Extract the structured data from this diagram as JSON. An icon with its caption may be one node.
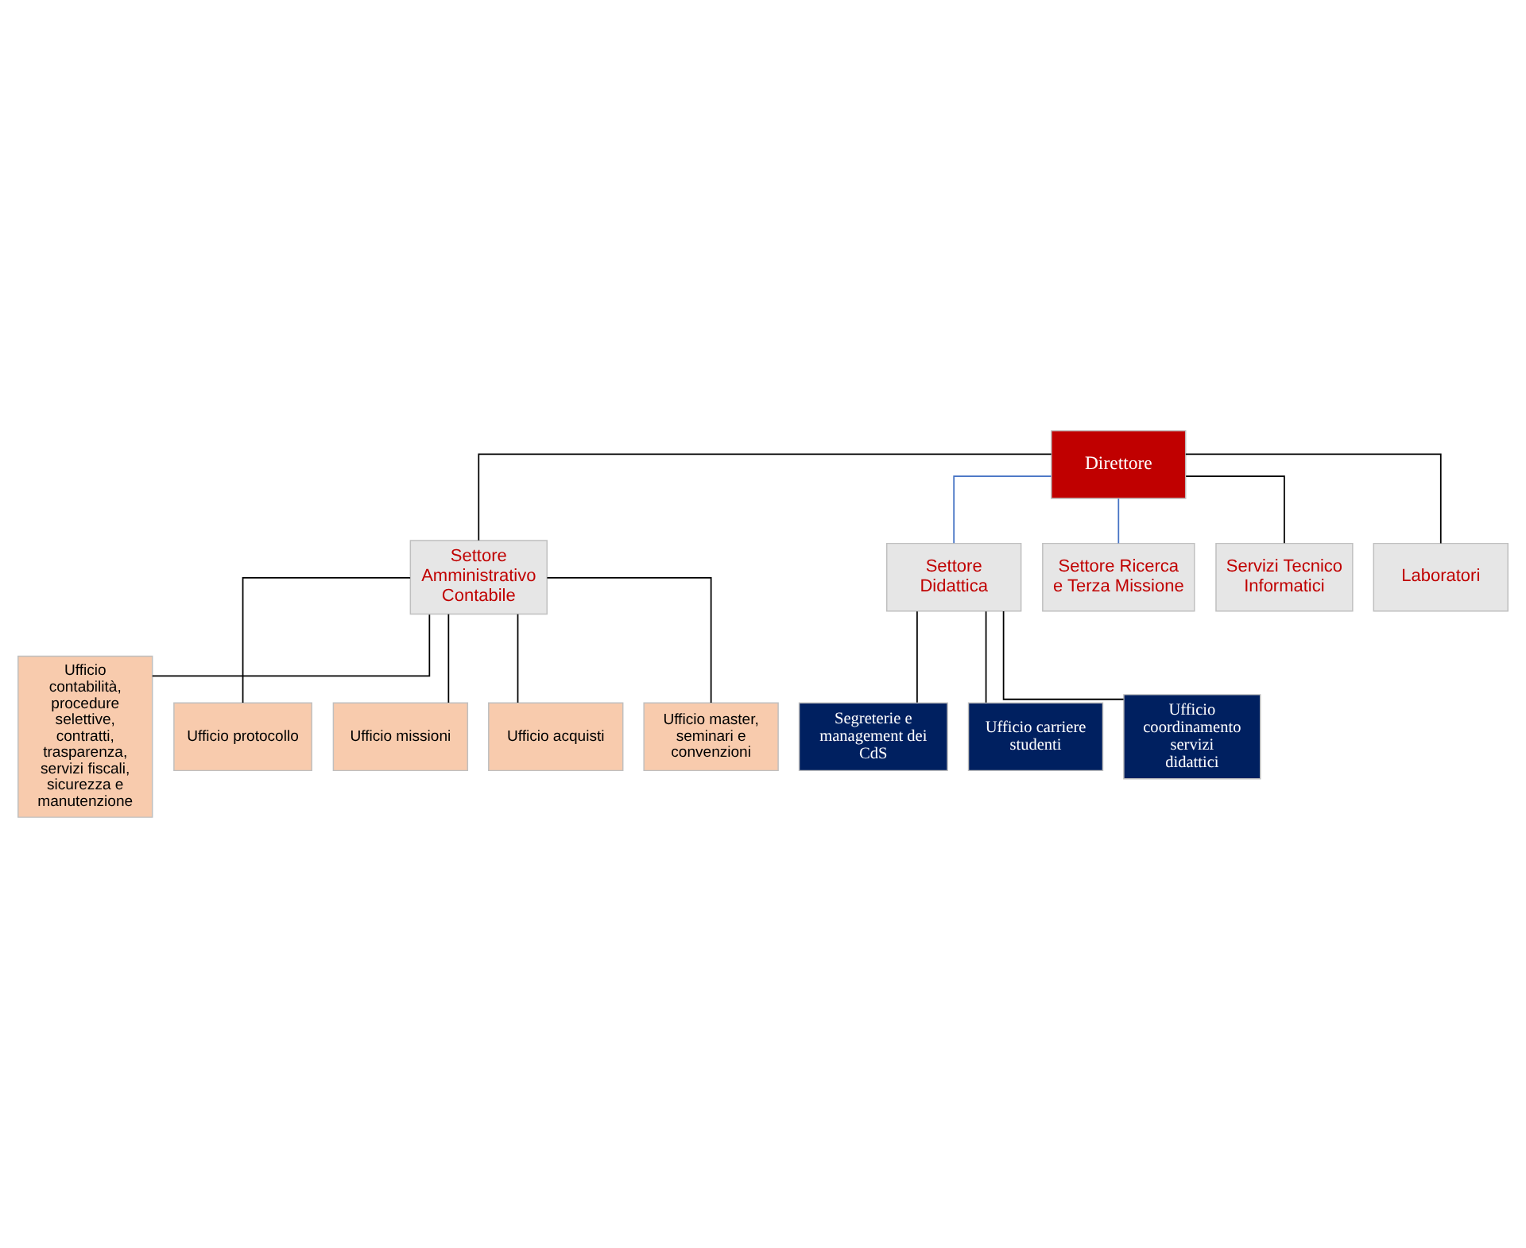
{
  "diagram": {
    "nodes": [
      {
        "text": [
          "Direttore"
        ]
      },
      {
        "text": [
          "Settore Amministrativo Contabile"
        ]
      },
      {
        "text": [
          "Settore Didattica"
        ]
      },
      {
        "text": [
          "Settore Ricerca e Terza Missione"
        ]
      },
      {
        "text": [
          "Servizi Tecnico Informatici"
        ]
      },
      {
        "text": [
          "Laboratori"
        ]
      },
      {
        "text": [
          "Ufficio contabilità, procedure selettive, contratti, trasparenza, servizi fiscali, sicurezza e manutenzione"
        ]
      },
      {
        "text": [
          "Ufficio protocollo"
        ]
      },
      {
        "text": [
          "Ufficio missioni"
        ]
      },
      {
        "text": [
          "Ufficio acquisti"
        ]
      },
      {
        "text": [
          "Ufficio master, seminari e convenzioni"
        ]
      },
      {
        "text": [
          "Segreterie e management dei CdS"
        ]
      },
      {
        "text": [
          "Ufficio carriere studenti"
        ]
      },
      {
        "text": [
          "Ufficio coordinamento servizi didattici"
        ]
      }
    ],
    "edges": [
      {
        "from": 0,
        "to": 1,
        "arrow": "none"
      },
      {
        "from": 0,
        "to": 2,
        "arrow": "none",
        "color": "#4472c4"
      },
      {
        "from": 0,
        "to": 3,
        "arrow": "none",
        "color": "#4472c4"
      },
      {
        "from": 0,
        "to": 4,
        "arrow": "none"
      },
      {
        "from": 0,
        "to": 5,
        "arrow": "none"
      },
      {
        "from": 1,
        "to": 6,
        "arrow": "none"
      },
      {
        "from": 1,
        "to": 7,
        "arrow": "none"
      },
      {
        "from": 1,
        "to": 8,
        "arrow": "none"
      },
      {
        "from": 1,
        "to": 9,
        "arrow": "none"
      },
      {
        "from": 1,
        "to": 10,
        "arrow": "none"
      },
      {
        "from": 2,
        "to": 11,
        "arrow": "none"
      },
      {
        "from": 2,
        "to": 12,
        "arrow": "none"
      },
      {
        "from": 2,
        "to": 13,
        "arrow": "none"
      }
    ]
  }
}
